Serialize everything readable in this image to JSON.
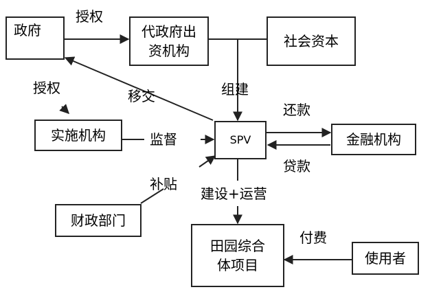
{
  "nodes": {
    "government": "政府",
    "agent_line1": "代政府出",
    "agent_line2": "资机构",
    "social_capital": "社会资本",
    "implementing_agency": "实施机构",
    "spv": "SPV",
    "financial_institution": "金融机构",
    "finance_department": "财政部门",
    "project_line1": "田园综合",
    "project_line2": "体项目",
    "user": "使用者"
  },
  "edge_labels": {
    "authorize_top": "授权",
    "authorize_left": "授权",
    "transfer": "移交",
    "establish": "组建",
    "repay": "还款",
    "supervise": "监督",
    "loan": "贷款",
    "subsidy": "补贴",
    "build_operate": "建设+运营",
    "pay_fee": "付费"
  },
  "colors": {
    "line": "#222222",
    "box_border": "#222222",
    "background": "#ffffff"
  }
}
